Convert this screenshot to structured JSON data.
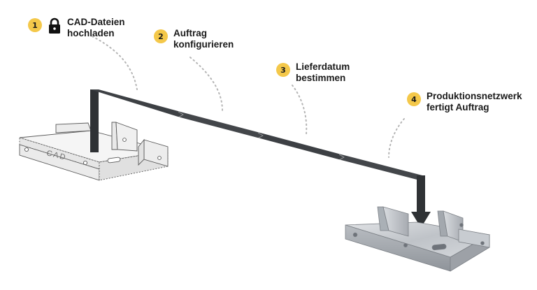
{
  "steps": [
    {
      "number": "1",
      "line1": "CAD-Dateien",
      "line2": "hochladen",
      "icon": "lock-icon"
    },
    {
      "number": "2",
      "line1": "Auftrag",
      "line2": "konfigurieren"
    },
    {
      "number": "3",
      "line1": "Lieferdatum",
      "line2": "bestimmen"
    },
    {
      "number": "4",
      "line1": "Produktionsnetzwerk",
      "line2": "fertigt Auftrag"
    }
  ],
  "part_engraving": "CAD",
  "colors": {
    "badge": "#f4c84a",
    "ribbon": "#3a3d40",
    "dotted": "#b5b5b5",
    "metal": "#c4c7cb",
    "wireframe": "#e9e9e9"
  }
}
